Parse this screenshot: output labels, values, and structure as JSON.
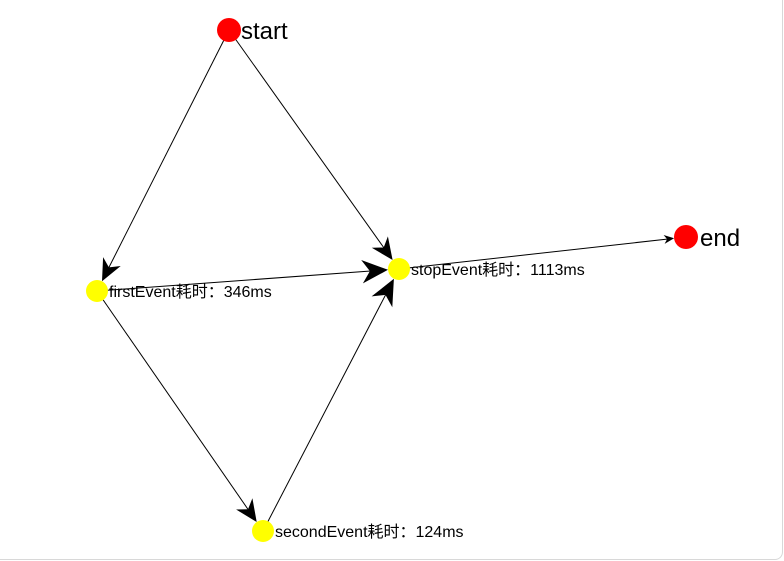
{
  "graph": {
    "nodes": [
      {
        "id": "start",
        "label": "start",
        "color": "#ff0000",
        "size": "large"
      },
      {
        "id": "stopEvent",
        "label": "stopEvent耗时：1113ms",
        "color": "#ffff00",
        "size": "small"
      },
      {
        "id": "end",
        "label": "end",
        "color": "#ff0000",
        "size": "large"
      },
      {
        "id": "firstEvent",
        "label": "firstEvent耗时：346ms",
        "color": "#ffff00",
        "size": "small"
      },
      {
        "id": "secondEvent",
        "label": "secondEvent耗时：124ms",
        "color": "#ffff00",
        "size": "small"
      }
    ],
    "edges": [
      {
        "from": "start",
        "to": "firstEvent"
      },
      {
        "from": "start",
        "to": "stopEvent"
      },
      {
        "from": "firstEvent",
        "to": "stopEvent"
      },
      {
        "from": "firstEvent",
        "to": "secondEvent"
      },
      {
        "from": "secondEvent",
        "to": "stopEvent"
      },
      {
        "from": "stopEvent",
        "to": "end"
      }
    ]
  }
}
